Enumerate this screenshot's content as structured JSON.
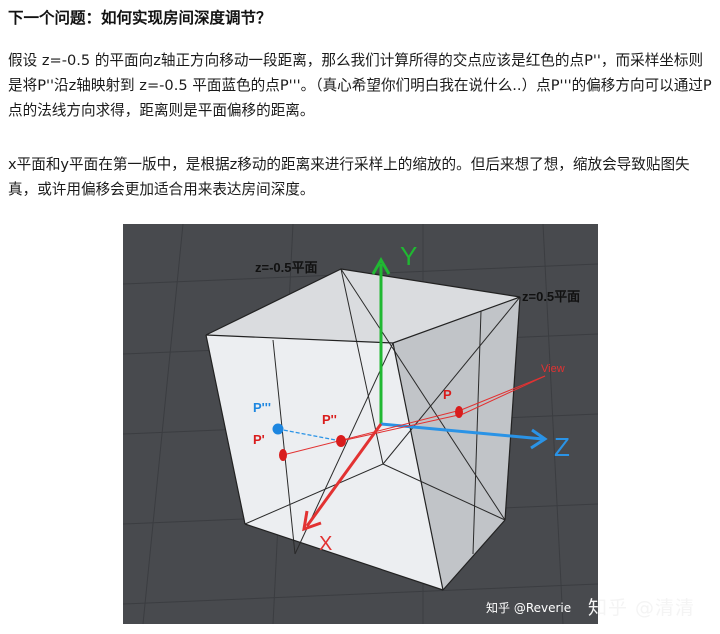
{
  "heading": "下一个问题：如何实现房间深度调节？",
  "paragraph1": "假设 z=-0.5 的平面向z轴正方向移动一段距离，那么我们计算所得的交点应该是红色的点P''，而采样坐标则是将P''沿z轴映射到 z=-0.5 平面蓝色的点P'''。（真心希望你们明白我在说什么..）点P'''的偏移方向可以通过P点的法线方向求得，距离则是平面偏移的距离。",
  "paragraph2": "x平面和y平面在第一版中，是根据z移动的距离来进行采样上的缩放的。但后来想了想，缩放会导致贴图失真，或许用偏移会更加适合用来表达房间深度。",
  "figure": {
    "label_plane_neg": "z=-0.5平面",
    "label_plane_pos": "z=0.5平面",
    "axis_y": "Y",
    "axis_z": "Z",
    "axis_x": "X",
    "label_view": "View",
    "label_p": "P",
    "label_p_prime": "P'",
    "label_p_2prime": "P''",
    "label_p_3prime": "P'''",
    "colors": {
      "background": "#484a4e",
      "grid": "#3b3d41",
      "cube_top": "#dadcdf",
      "cube_right": "#c1c4c8",
      "cube_front": "#eceef1",
      "axis_y": "#20b832",
      "axis_z": "#2a93e6",
      "axis_x": "#e23232",
      "point_red": "#d91c1c",
      "point_blue": "#1d86e0"
    }
  },
  "watermark": {
    "source": "知乎 @Reverie",
    "author": "知乎 @清清"
  }
}
